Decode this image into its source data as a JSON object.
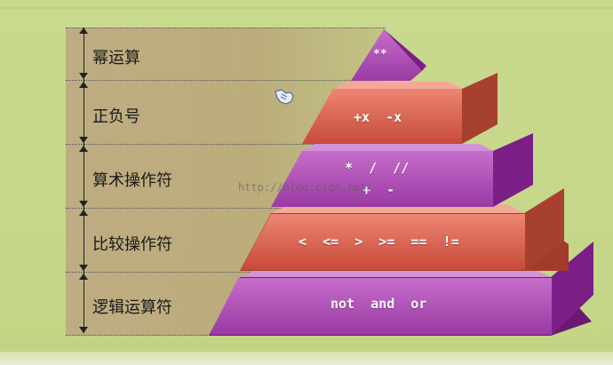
{
  "levels": [
    {
      "label": "幂运算",
      "operators": "**"
    },
    {
      "label": "正负号",
      "operators": "+x  -x"
    },
    {
      "label": "算术操作符",
      "operators": "*  /  //",
      "operators_line2": "+  -"
    },
    {
      "label": "比较操作符",
      "operators": "<  <=  >  >=  ==  !="
    },
    {
      "label": "逻辑运算符",
      "operators": "not  and  or"
    }
  ],
  "watermark": "http://blog.csdn.net/",
  "colors": {
    "purple_face": "#b04fb7",
    "red_face": "#d8604c",
    "background": "#c8d88c",
    "label_panel": "#bea682"
  },
  "icons": {
    "cursor": "hand-pointer-icon"
  }
}
